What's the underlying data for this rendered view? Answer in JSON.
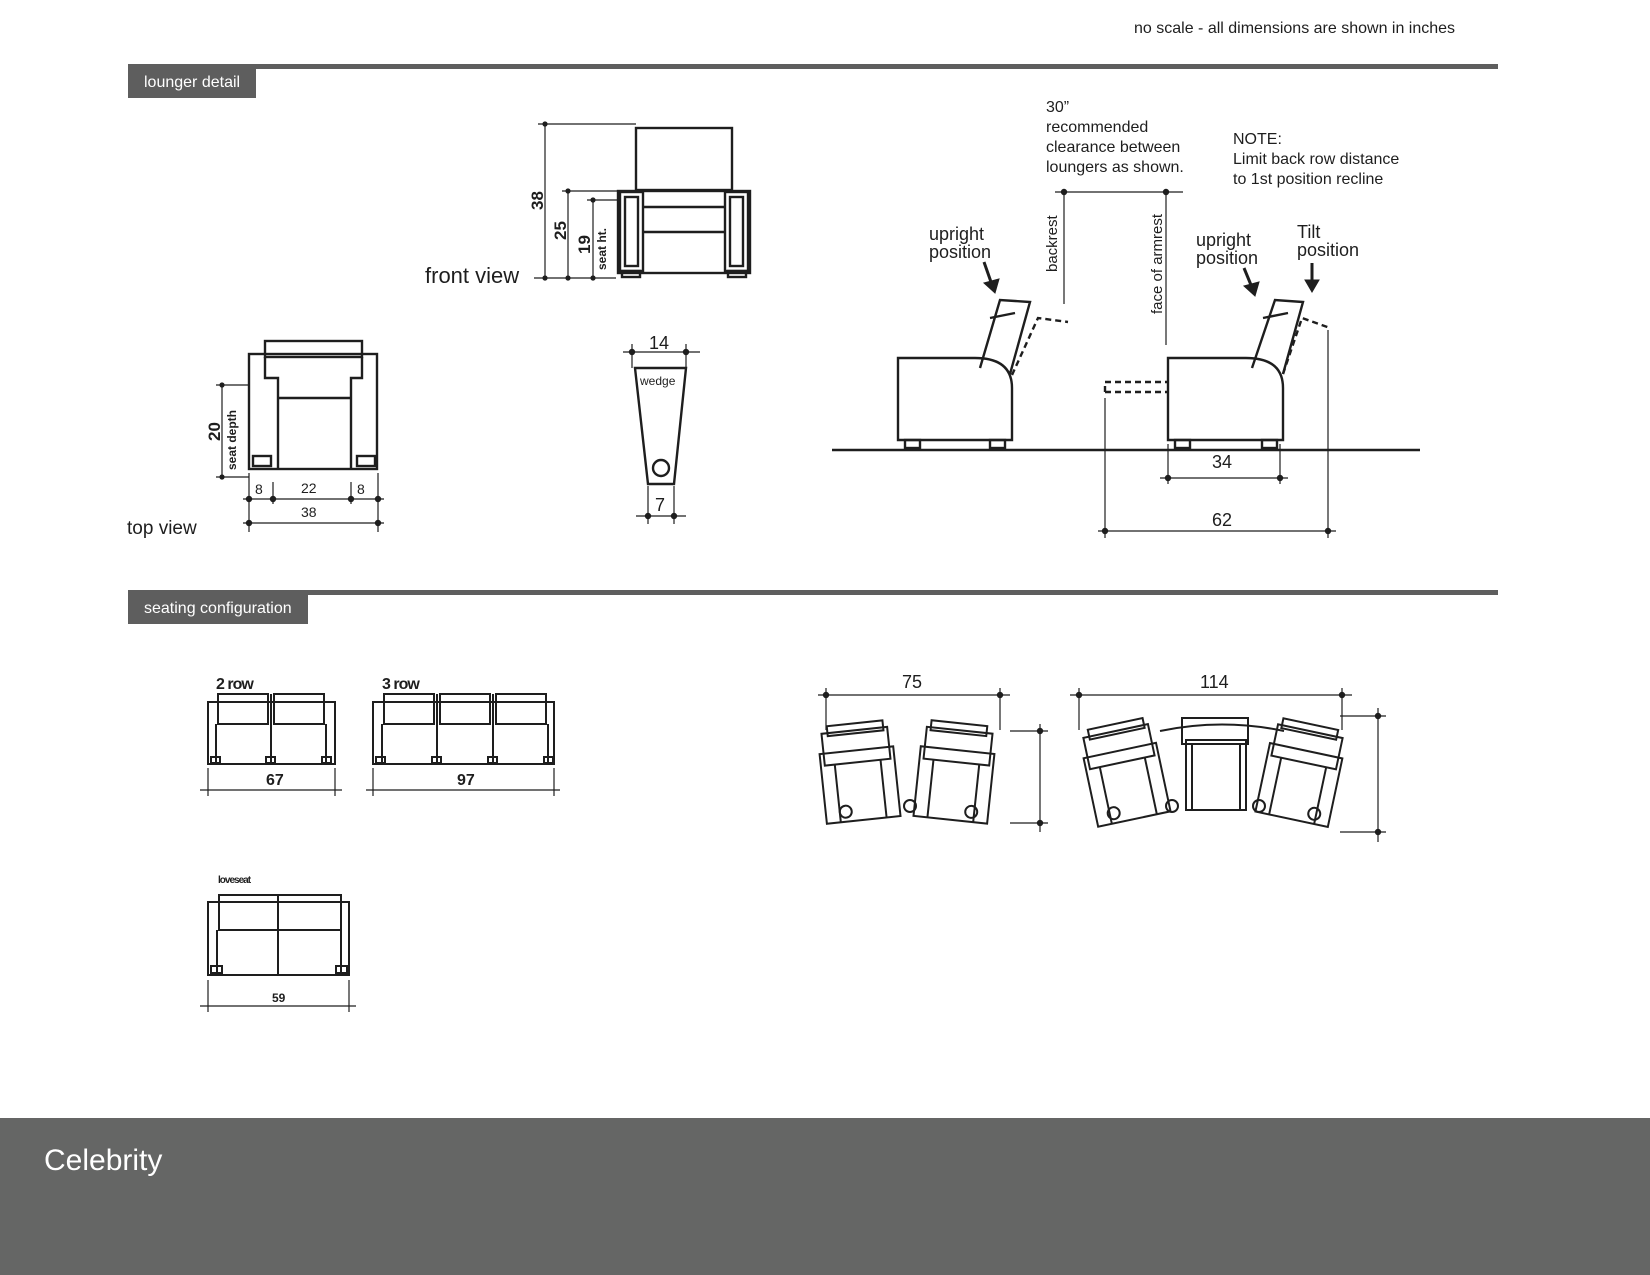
{
  "header": {
    "scale_note": "no scale - all dimensions are shown in inches"
  },
  "sections": {
    "lounger_detail": "lounger detail",
    "seating_configuration": "seating configuration"
  },
  "lounger": {
    "front_view_label": "front view",
    "top_view_label": "top view",
    "front_dims": {
      "height": "38",
      "arm_height": "25",
      "seat_height": "19",
      "seat_height_label": "seat ht."
    },
    "top_dims": {
      "depth": "20",
      "depth_label": "seat depth",
      "arm_left": "8",
      "seat_width": "22",
      "arm_right": "8",
      "total_width": "38"
    },
    "wedge": {
      "top": "14",
      "label": "wedge",
      "bottom": "7"
    },
    "side": {
      "clearance_lines": [
        "30”",
        "recommended",
        "clearance between",
        "loungers as shown."
      ],
      "note_lines": [
        "NOTE:",
        "Limit back row distance",
        "to 1st position recline"
      ],
      "upright_label_1": [
        "upright",
        "position"
      ],
      "upright_label_2": [
        "upright",
        "position"
      ],
      "tilt_label": [
        "Tilt",
        "position"
      ],
      "backrest_label": "backrest",
      "armrest_label": "face of armrest",
      "dim_depth": "34",
      "dim_reclined": "62"
    }
  },
  "configuration": {
    "row2_label": "2 row",
    "row2_width": "67",
    "row3_label": "3 row",
    "row3_width": "97",
    "loveseat_label": "loveseat",
    "loveseat_width": "59",
    "curve2_width": "75",
    "curve3_width": "114"
  },
  "footer": {
    "title": "Celebrity"
  }
}
